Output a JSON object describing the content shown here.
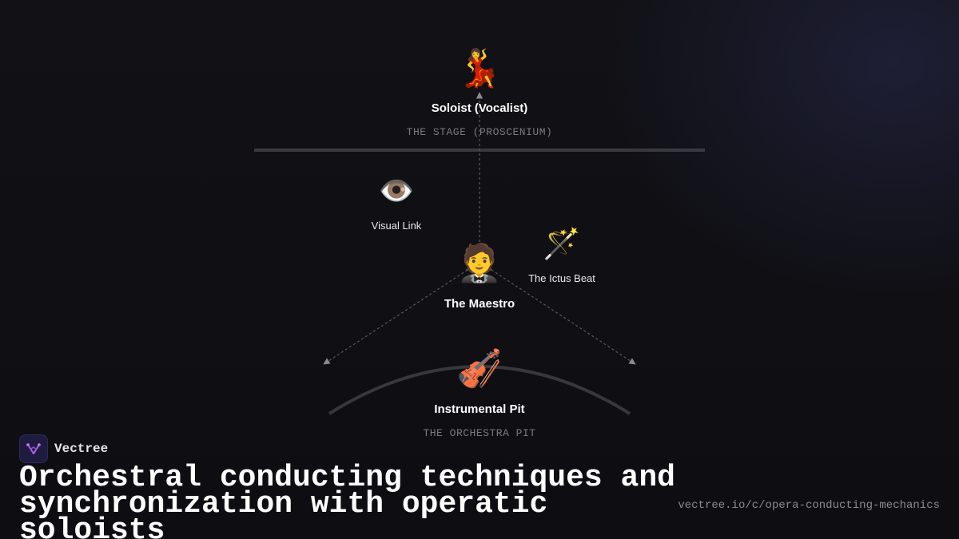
{
  "diagram": {
    "nodes": {
      "soloist": {
        "icon": "💃",
        "icon_name": "dancer-icon",
        "label": "Soloist (Vocalist)"
      },
      "visual_link": {
        "icon": "👁️",
        "icon_name": "eye-icon",
        "label": "Visual Link"
      },
      "ictus_beat": {
        "icon": "🪄",
        "icon_name": "magic-wand-icon",
        "label": "The Ictus Beat"
      },
      "maestro": {
        "icon": "🤵",
        "icon_name": "conductor-icon",
        "label": "The Maestro"
      },
      "pit": {
        "icon": "🎻",
        "icon_name": "violin-icon",
        "label": "Instrumental Pit"
      }
    },
    "zones": {
      "stage": "THE STAGE (PROSCENIUM)",
      "orchestra_pit": "THE ORCHESTRA PIT"
    },
    "colors": {
      "background": "#0f0f13",
      "stage_line": "#3a3a3e",
      "pit_arc": "#38383c",
      "dashed_line": "#5a5a60",
      "zone_text": "#7a7a82"
    }
  },
  "brand": {
    "name": "Vectree",
    "logo_icon": "vectree-logo-icon",
    "logo_color": "#b45cf0"
  },
  "footer": {
    "headline": "Orchestral conducting techniques and synchronization with operatic soloists",
    "url": "vectree.io/c/opera-conducting-mechanics"
  }
}
